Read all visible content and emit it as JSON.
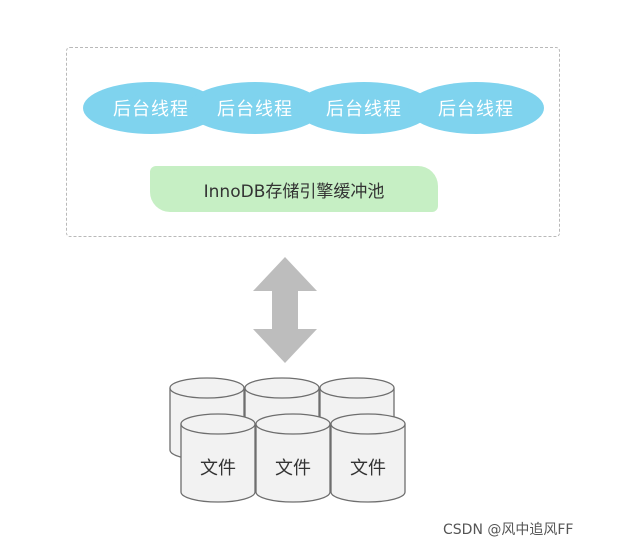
{
  "threads": [
    "后台线程",
    "后台线程",
    "后台线程",
    "后台线程"
  ],
  "buffer_pool_label": "InnoDB存储引擎缓冲池",
  "files": [
    "文件",
    "文件",
    "文件"
  ],
  "watermark": "CSDN @风中追风FF",
  "colors": {
    "thread_fill": "#7fd3ee",
    "pool_fill": "#c6efc4",
    "arrow_fill": "#bdbdbd",
    "disk_fill": "#f2f2f2",
    "disk_stroke": "#6e6e6e"
  }
}
